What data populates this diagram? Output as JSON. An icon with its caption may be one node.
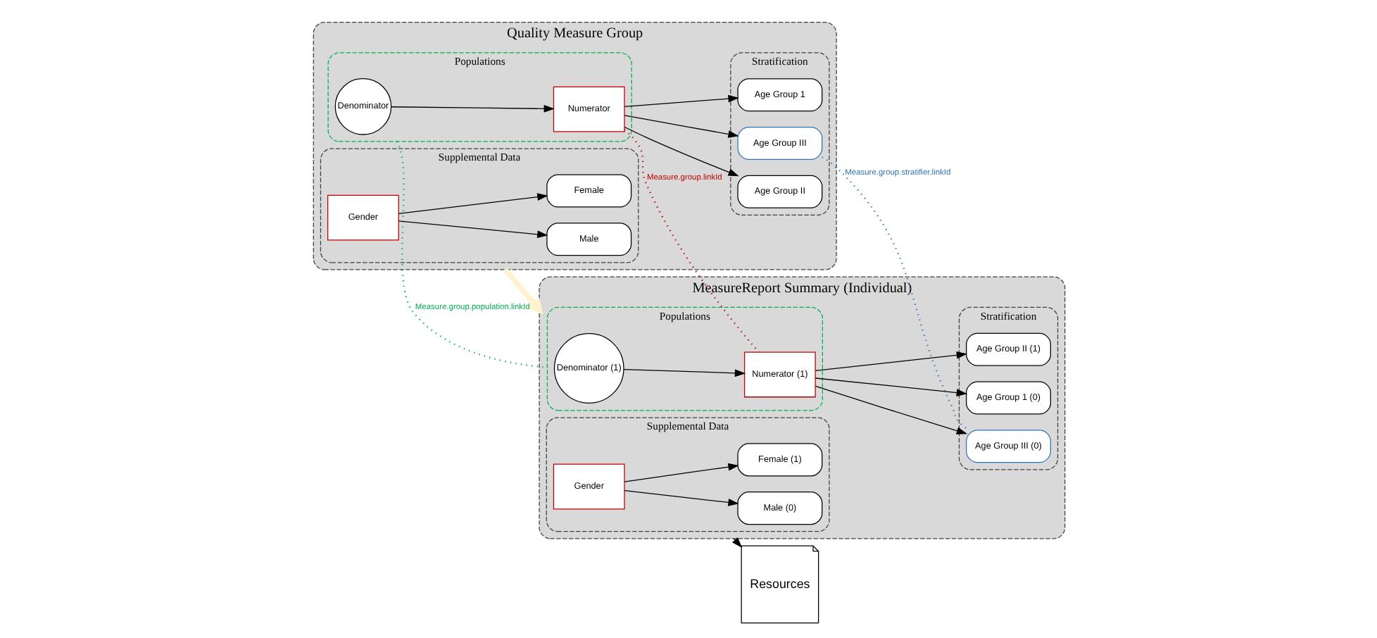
{
  "diagram": {
    "nodes": [
      {
        "text": [
          "Quality Measure Group"
        ]
      },
      {
        "text": [
          "Populations"
        ],
        "in": 0
      },
      {
        "text": [
          "Stratification"
        ],
        "in": 0
      },
      {
        "text": [
          "Supplemental Data"
        ],
        "in": 0
      },
      {
        "text": [
          "Denominator"
        ],
        "in": 1
      },
      {
        "text": [
          "Numerator"
        ],
        "in": 1
      },
      {
        "text": [
          "Age Group 1"
        ],
        "in": 2
      },
      {
        "text": [
          "Age Group II"
        ],
        "in": 2
      },
      {
        "text": [
          "Age Group III"
        ],
        "in": 2
      },
      {
        "text": [
          "Gender"
        ],
        "in": 3
      },
      {
        "text": [
          "Male"
        ],
        "in": 3
      },
      {
        "text": [
          "Female"
        ],
        "in": 3
      },
      {
        "text": [
          "MeasureReport Summary (Individual)"
        ]
      },
      {
        "text": [
          "Populations"
        ],
        "in": 12
      },
      {
        "text": [
          "Stratification"
        ],
        "in": 12
      },
      {
        "text": [
          "Supplemental Data"
        ],
        "in": 12
      },
      {
        "text": [
          "Denominator (1)"
        ],
        "in": 13
      },
      {
        "text": [
          "Numerator (1)"
        ],
        "in": 13
      },
      {
        "text": [
          "Age Group 1 (0)"
        ],
        "in": 14
      },
      {
        "text": [
          "Age Group II (1)"
        ],
        "in": 14
      },
      {
        "text": [
          "Age Group III (0)"
        ],
        "in": 14
      },
      {
        "text": [
          "Gender"
        ],
        "in": 15
      },
      {
        "text": [
          "Male (0)"
        ],
        "in": 15
      },
      {
        "text": [
          "Female (1)"
        ],
        "in": 15
      },
      {
        "text": [
          "Resources"
        ]
      }
    ],
    "edges": [
      {
        "from": 4,
        "to": 5,
        "arrow": "to"
      },
      {
        "from": 5,
        "to": 6,
        "arrow": "to"
      },
      {
        "from": 5,
        "to": 7,
        "arrow": "to"
      },
      {
        "from": 5,
        "to": 8,
        "arrow": "to"
      },
      {
        "from": 9,
        "to": 10,
        "arrow": "to"
      },
      {
        "from": 9,
        "to": 11,
        "arrow": "to"
      },
      {
        "from": 0,
        "to": 12,
        "arrow": "to",
        "style": "thick",
        "color": "#fff2cc"
      },
      {
        "from": 16,
        "to": 17,
        "arrow": "to"
      },
      {
        "from": 17,
        "to": 18,
        "arrow": "to"
      },
      {
        "from": 17,
        "to": 19,
        "arrow": "to"
      },
      {
        "from": 17,
        "to": 20,
        "arrow": "to"
      },
      {
        "from": 21,
        "to": 22,
        "arrow": "to"
      },
      {
        "from": 21,
        "to": 23,
        "arrow": "to"
      },
      {
        "from": 12,
        "to": 24,
        "arrow": "to"
      },
      {
        "from": 5,
        "to": 17,
        "arrow": "none",
        "label": "Measure.group.linkId",
        "style": "dashed",
        "color": "#c00000"
      },
      {
        "from": 8,
        "to": 20,
        "arrow": "none",
        "label": "Measure.group.stratifier.linkId",
        "style": "dashed",
        "color": "#2e75b6"
      },
      {
        "from": 1,
        "to": 13,
        "arrow": "none",
        "label": "Measure.group.population.linkId",
        "style": "dashed",
        "color": "#00b050"
      }
    ]
  }
}
